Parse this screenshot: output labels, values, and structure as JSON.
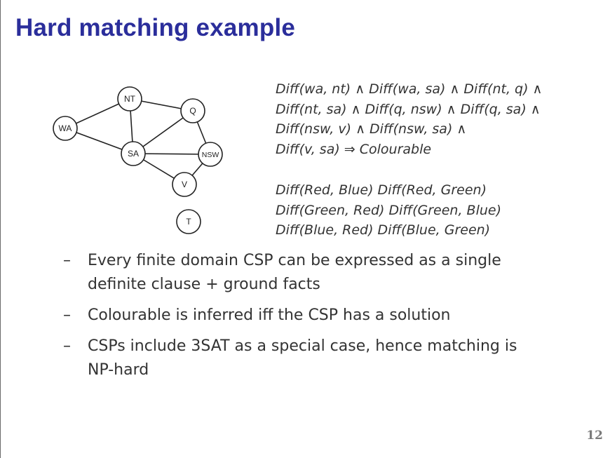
{
  "title": "Hard matching example",
  "graph": {
    "nodes": [
      "NT",
      "Q",
      "WA",
      "SA",
      "NSW",
      "V",
      "T"
    ]
  },
  "formulas": {
    "rule_lines": [
      "Diff(wa, nt) ∧ Diff(wa, sa) ∧ Diff(nt, q) ∧",
      "Diff(nt, sa) ∧ Diff(q, nsw) ∧ Diff(q, sa) ∧",
      "Diff(nsw, v) ∧ Diff(nsw, sa) ∧",
      "Diff(v, sa) ⇒ Colourable"
    ],
    "fact_lines": [
      "Diff(Red, Blue)  Diff(Red, Green)",
      "Diff(Green, Red)  Diff(Green, Blue)",
      "Diff(Blue, Red)  Diff(Blue, Green)"
    ]
  },
  "bullets": {
    "dash": "–",
    "items": [
      "Every finite domain CSP can be expressed as a single definite clause + ground facts",
      "Colourable is inferred iff the CSP has a solution",
      "CSPs include 3SAT as a special case, hence matching is NP-hard"
    ]
  },
  "page_number": "12",
  "colors": {
    "title": "#2b2e9b",
    "text": "#333333",
    "page_number": "#7a7a7a"
  }
}
